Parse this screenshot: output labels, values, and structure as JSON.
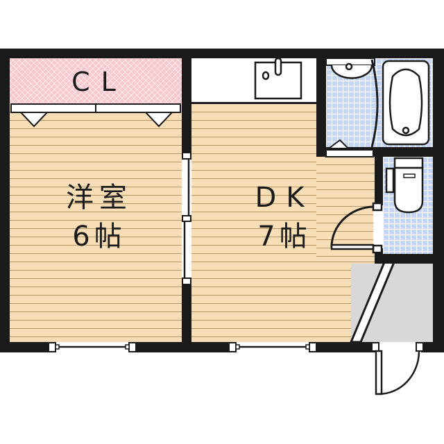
{
  "floor_plan": {
    "rooms": {
      "closet": {
        "label": "CL"
      },
      "western_room": {
        "name": "洋室",
        "size": "6帖"
      },
      "dining_kitchen": {
        "name": "DK",
        "size": "7帖"
      }
    },
    "fixtures": [
      "kitchen-sink",
      "washbasin",
      "bathtub",
      "toilet"
    ],
    "colors": {
      "wall": "#1a1a1a",
      "wood_floor": "#f7deb6",
      "floor_lines": "#b8966a",
      "closet": "#f6c9cf",
      "tile": "#c8d6f5",
      "entrance": "#d8d8d8"
    }
  }
}
